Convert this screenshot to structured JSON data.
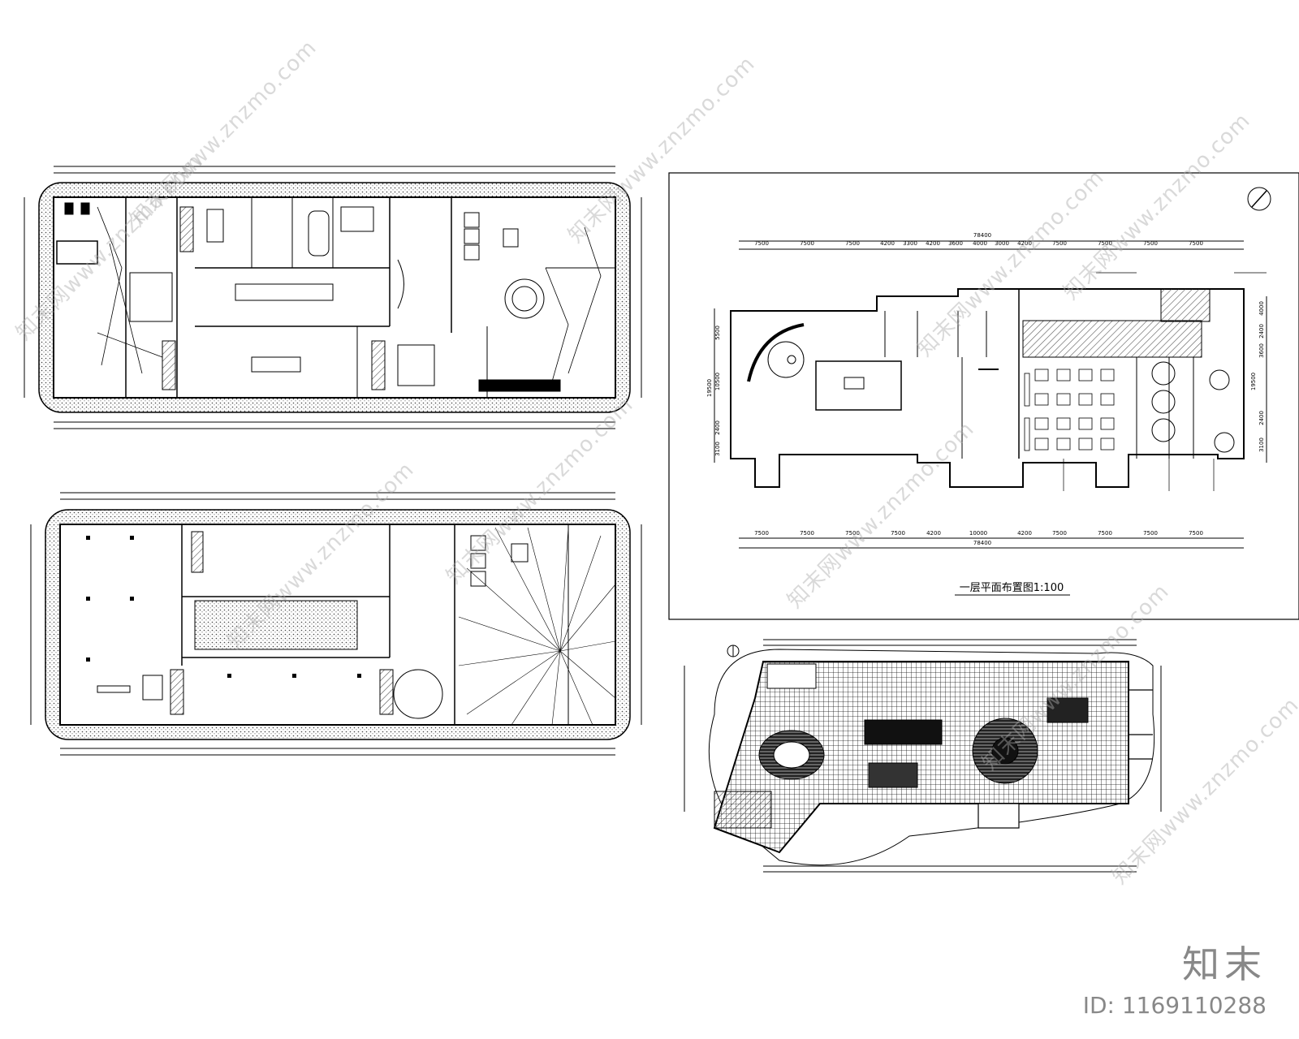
{
  "plan_top_right": {
    "title": "一层平面布置图1:100",
    "dims_top": [
      "7500",
      "7500",
      "7500",
      "4200",
      "3300",
      "4200",
      "3600",
      "4000",
      "3000",
      "4200",
      "7500",
      "7500",
      "7500",
      "7500"
    ],
    "total_top": "78400",
    "dims_bottom": [
      "7500",
      "7500",
      "7500",
      "7500",
      "4200",
      "10000",
      "4200",
      "7500",
      "7500",
      "7500",
      "7500"
    ],
    "total_bottom": "78400",
    "dims_left": [
      "5500",
      "10500",
      "2400",
      "3100"
    ],
    "total_left": "19500",
    "dims_right": [
      "4000",
      "2400",
      "3600",
      "19500",
      "2400",
      "3100"
    ]
  },
  "watermark": {
    "text": "知末网www.znzmo.com",
    "brand": "知末",
    "id_label": "ID: 1169110288"
  },
  "colors": {
    "line": "#000000",
    "hatch": "#555555",
    "watermark": "#aaaaaa"
  }
}
